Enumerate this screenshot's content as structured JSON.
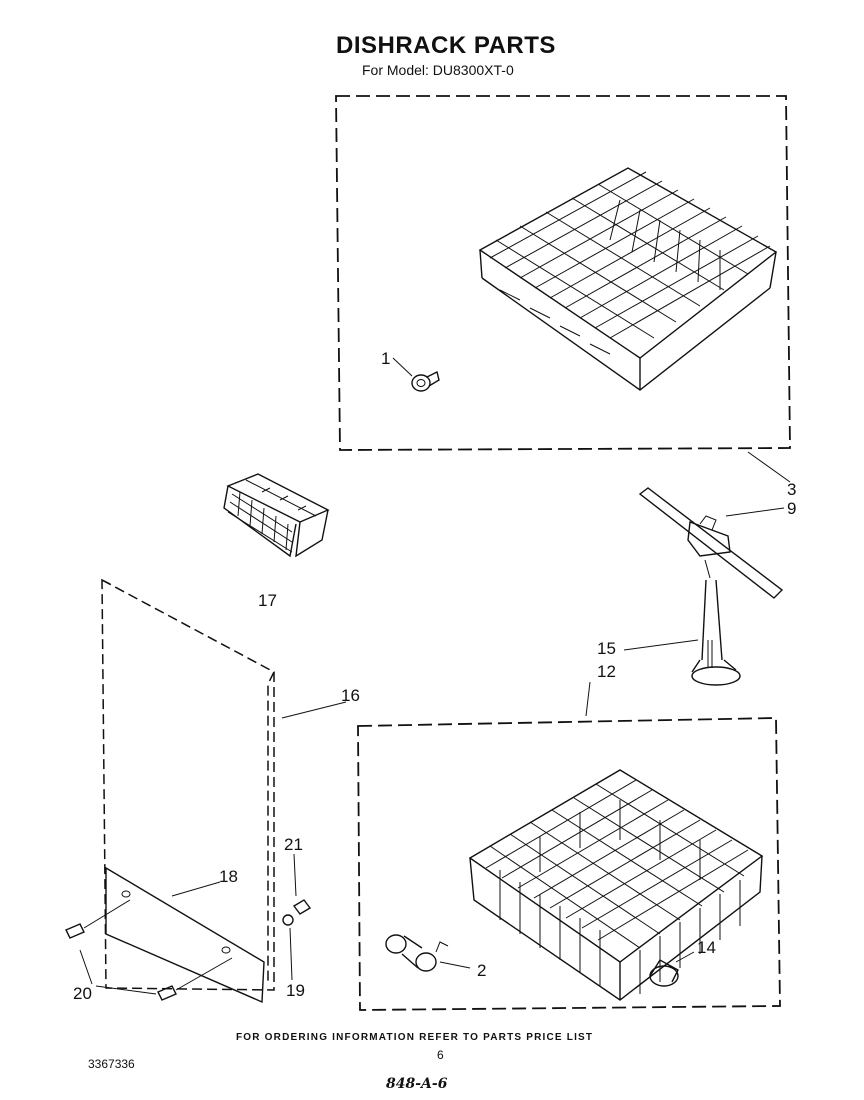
{
  "header": {
    "title": "DISHRACK PARTS",
    "subtitle": "For Model: DU8300XT-0"
  },
  "callouts": [
    {
      "id": "1",
      "label": "1"
    },
    {
      "id": "3",
      "label": "3"
    },
    {
      "id": "9",
      "label": "9"
    },
    {
      "id": "17",
      "label": "17"
    },
    {
      "id": "15",
      "label": "15"
    },
    {
      "id": "12",
      "label": "12"
    },
    {
      "id": "16",
      "label": "16"
    },
    {
      "id": "21",
      "label": "21"
    },
    {
      "id": "18",
      "label": "18"
    },
    {
      "id": "14",
      "label": "14"
    },
    {
      "id": "2",
      "label": "2"
    },
    {
      "id": "20",
      "label": "20"
    },
    {
      "id": "19",
      "label": "19"
    }
  ],
  "footer": {
    "ordering_note": "FOR ORDERING INFORMATION REFER TO PARTS PRICE LIST",
    "page_number": "6",
    "document_number": "3367336",
    "handwritten_code": "848-A-6"
  }
}
